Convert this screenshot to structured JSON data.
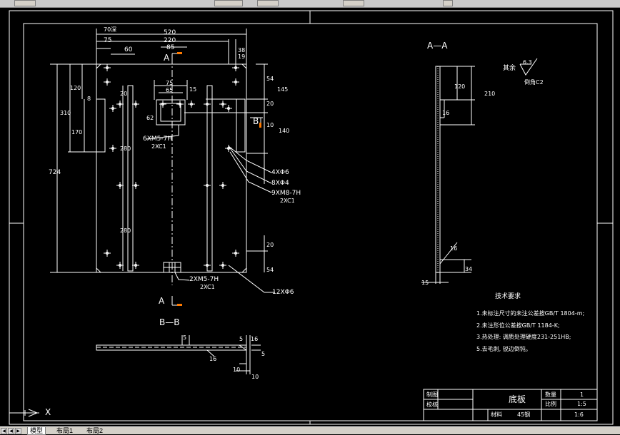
{
  "toolbar": {
    "items": [
      "",
      "",
      "",
      "",
      ""
    ]
  },
  "drawing": {
    "plan_dims": {
      "d70": "70深",
      "d520": "520",
      "d220": "220",
      "d75a": "75",
      "d60": "60",
      "d85": "85",
      "d38": "38",
      "d19": "19",
      "d75b": "75",
      "d65": "65",
      "d15": "15",
      "d54a": "54",
      "d145": "145",
      "d120": "120",
      "d20a": "20",
      "d8": "8",
      "d20b": "20",
      "d10": "10",
      "d310": "310",
      "d170": "170",
      "d140": "140",
      "d724": "724",
      "d280a": "280",
      "d280b": "280",
      "d62": "62",
      "d20c": "20",
      "d54b": "54"
    },
    "section_labels": {
      "a_top": "A",
      "a_bottom": "A",
      "b": "B"
    },
    "callouts": {
      "c1": "6XM5-7H",
      "c1b": "2XC1",
      "c2": "4XΦ6",
      "c3": "8XΦ4",
      "c4": "9XM8-7H",
      "c4b": "2XC1",
      "c5": "2XM5-7H",
      "c5b": "2XC1",
      "c6": "12XΦ6"
    },
    "aa": {
      "title": "A—A",
      "roughness_label": "其余",
      "roughness_val": "6.3",
      "chamfer": "倒角C2",
      "d120": "120",
      "d210": "210",
      "d16": "16",
      "d16b": "16",
      "d34": "34",
      "d15": "15"
    },
    "bb": {
      "title": "B—B",
      "d5a": "5",
      "d5b": "5",
      "d16": "16",
      "d16b": "16",
      "d5c": "5",
      "d10a": "10",
      "d10b": "10"
    },
    "tech": {
      "heading": "技术要求",
      "lines": [
        "1.未标注尺寸的未注公差按GB/T 1804-m;",
        "2.未注形位公差按GB/T 1184-K;",
        "3.热处理: 调质处理硬度231-251HB;",
        "5.去毛刺, 锐边倒钝。"
      ]
    },
    "title_block": {
      "r1": "制图",
      "r2": "校核",
      "part": "底板",
      "qty_label": "数量",
      "qty": "1",
      "scale_label": "比例",
      "scale": "1:5",
      "mat_label": "材料",
      "mat": "45钢",
      "sheet": "1:6"
    },
    "ucs": {
      "x": "X"
    }
  },
  "tabs": {
    "model": "模型",
    "layout1": "布局1",
    "layout2": "布局2"
  }
}
